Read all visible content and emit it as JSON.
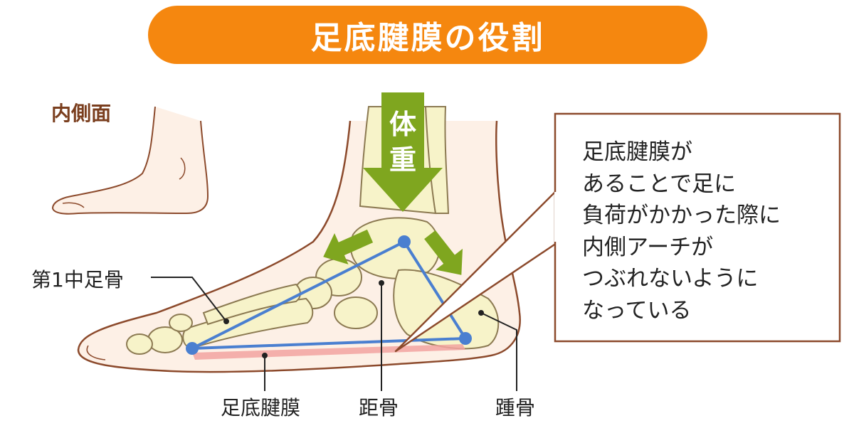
{
  "title": "足底腱膜の役割",
  "view_label": "内側面",
  "weight_arrow": {
    "chars": [
      "体",
      "重"
    ]
  },
  "labels": {
    "first_metatarsal": "第1中足骨",
    "plantar_fascia": "足底腱膜",
    "talus": "距骨",
    "calcaneus": "踵骨"
  },
  "callout_lines": [
    "足底腱膜が",
    "あることで足に",
    "負荷がかかった際に",
    "内側アーチが",
    "つぶれないように",
    "なっている"
  ],
  "colors": {
    "title_bg": "#f5870f",
    "view_label": "#7a3e1e",
    "skin_fill": "#fdf0e6",
    "skin_outline": "#8c4a2c",
    "bone_fill": "#f7f3c9",
    "bone_outline": "#8c7a52",
    "arch_triangle": "#4a7fd0",
    "fascia": "#f2a3a0",
    "force_arrow": "#7fa61f",
    "leader_line": "#222222",
    "callout_border": "#8c4a2c"
  },
  "icons": [
    "weight-down-arrow",
    "force-arrow-forefoot",
    "force-arrow-heel"
  ]
}
